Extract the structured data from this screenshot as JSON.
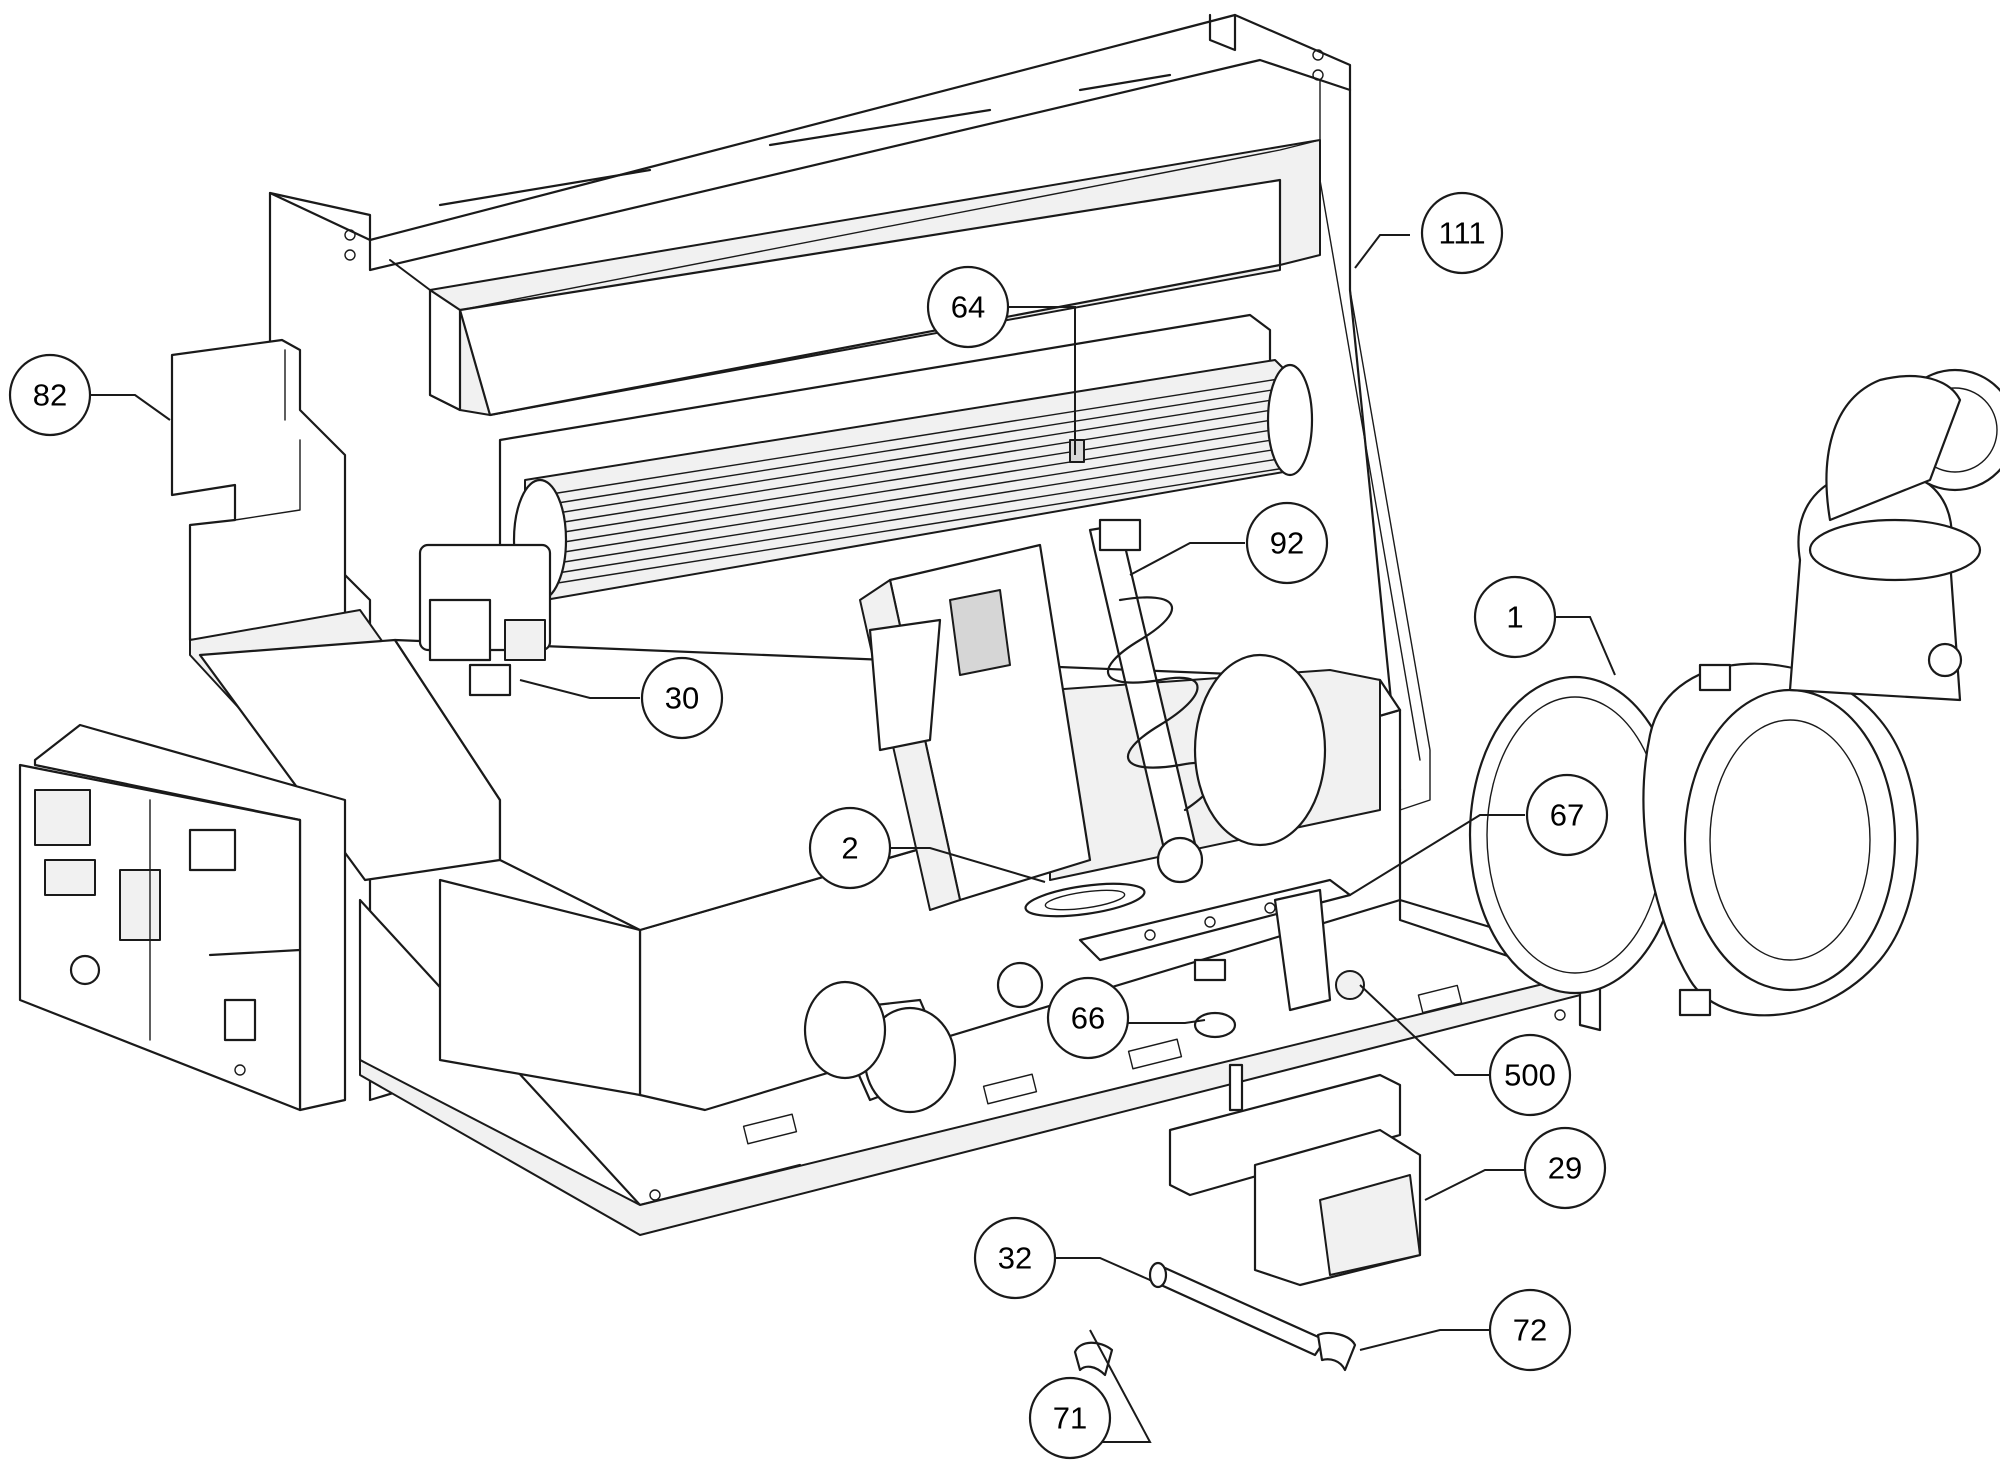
{
  "diagram": {
    "type": "exploded-parts-diagram",
    "callouts": [
      {
        "id": "111",
        "label": "111"
      },
      {
        "id": "64",
        "label": "64"
      },
      {
        "id": "82",
        "label": "82"
      },
      {
        "id": "92",
        "label": "92"
      },
      {
        "id": "1",
        "label": "1"
      },
      {
        "id": "30",
        "label": "30"
      },
      {
        "id": "67",
        "label": "67"
      },
      {
        "id": "2",
        "label": "2"
      },
      {
        "id": "66",
        "label": "66"
      },
      {
        "id": "500",
        "label": "500"
      },
      {
        "id": "29",
        "label": "29"
      },
      {
        "id": "32",
        "label": "32"
      },
      {
        "id": "72",
        "label": "72"
      },
      {
        "id": "71",
        "label": "71"
      }
    ]
  }
}
